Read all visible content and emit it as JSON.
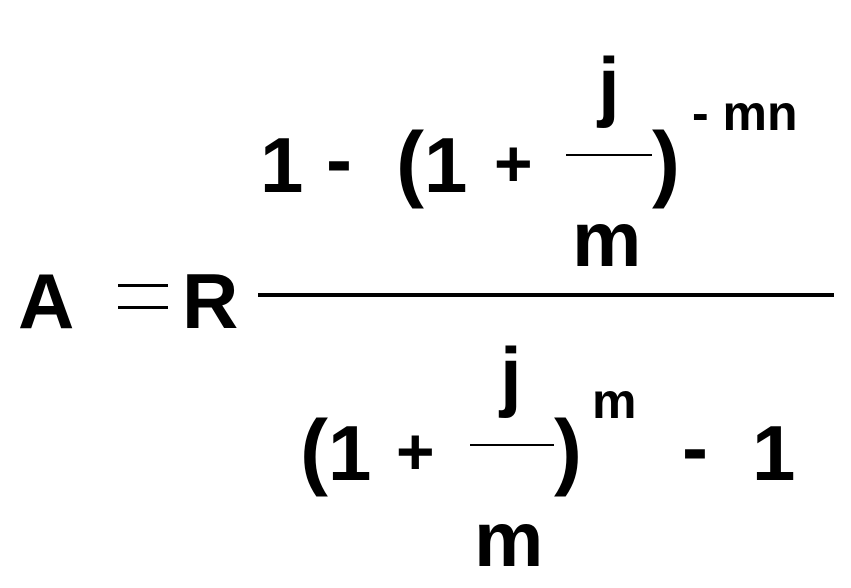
{
  "formula": {
    "lhs": "A",
    "equals": "=",
    "coefficient": "R",
    "numerator": {
      "one": "1",
      "minus": "-",
      "open_paren": "(",
      "inner_one": "1",
      "plus": "+",
      "frac_num": "j",
      "frac_den": "m",
      "close_paren": ")",
      "exponent": "- mn"
    },
    "denominator": {
      "open_paren": "(",
      "inner_one": "1",
      "plus": "+",
      "frac_num": "j",
      "frac_den": "m",
      "close_paren": ")",
      "exponent": "m",
      "minus": "-",
      "one": "1"
    }
  }
}
